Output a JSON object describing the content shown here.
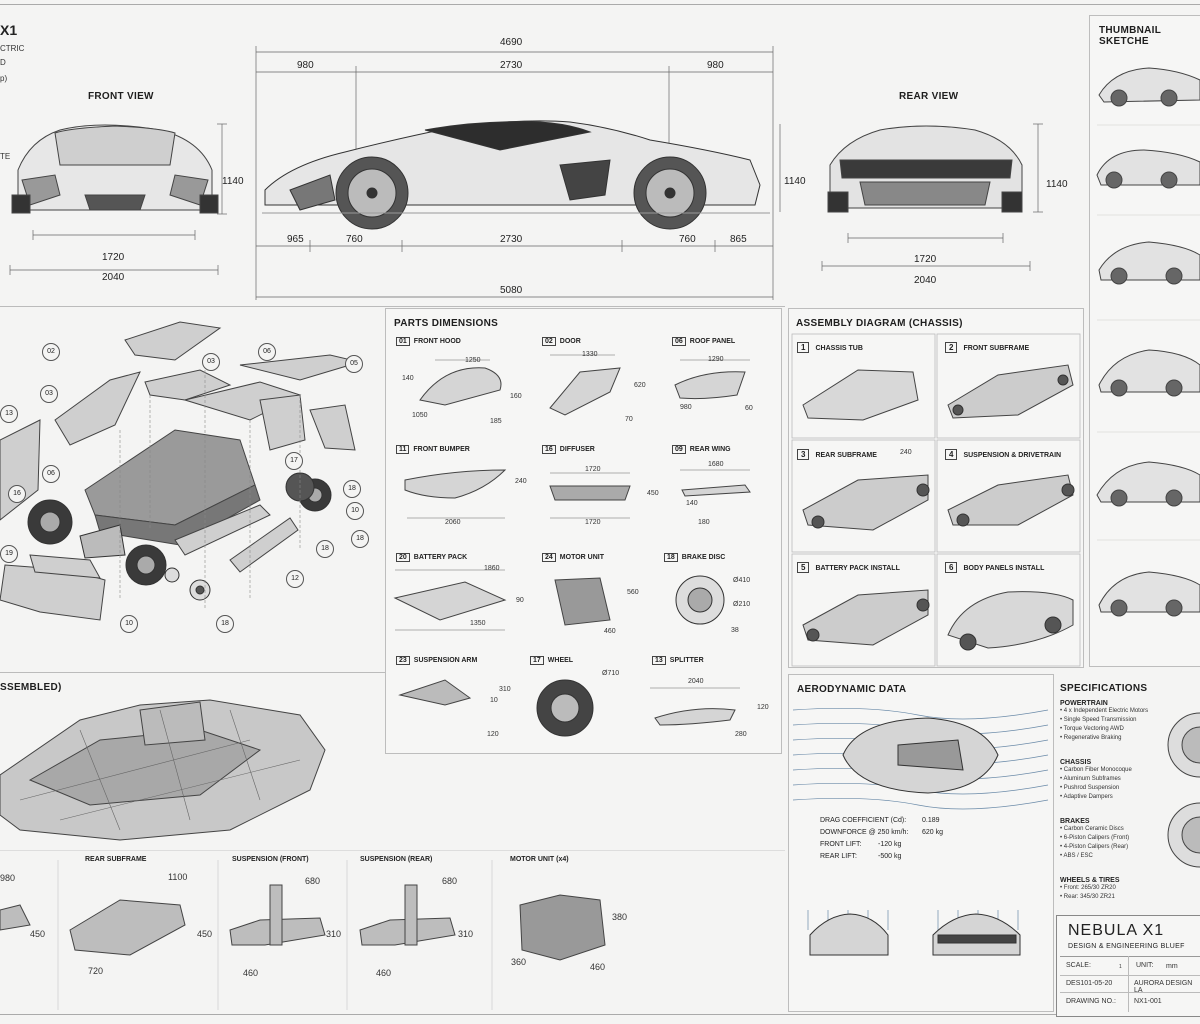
{
  "header": {
    "title_fragment": "X1",
    "line2": "CTRIC",
    "line3": "D",
    "line4": "p)",
    "side_label": "TE"
  },
  "views": {
    "front": {
      "title": "FRONT VIEW",
      "height": "1140",
      "track": "1720",
      "width": "2040"
    },
    "side": {
      "top_total": "4690",
      "top_left": "980",
      "top_mid": "2730",
      "top_right": "980",
      "height": "1140",
      "bottom": [
        "965",
        "760",
        "2730",
        "760",
        "865"
      ],
      "bottom_total": "5080"
    },
    "rear": {
      "title": "REAR VIEW",
      "height": "1140",
      "track": "1720",
      "width": "2040"
    }
  },
  "thumbnails": {
    "title": "THUMBNAIL SKETCHE"
  },
  "exploded": {
    "callouts": [
      "02",
      "03",
      "06",
      "05",
      "03",
      "13",
      "06",
      "16",
      "17",
      "18",
      "10",
      "18",
      "18",
      "19",
      "12",
      "10",
      "18"
    ]
  },
  "parts": {
    "title": "PARTS DIMENSIONS",
    "items": [
      {
        "num": "01",
        "name": "FRONT HOOD",
        "dims": [
          "1250",
          "140",
          "160",
          "1050",
          "185"
        ]
      },
      {
        "num": "02",
        "name": "DOOR",
        "dims": [
          "1330",
          "620",
          "70"
        ]
      },
      {
        "num": "06",
        "name": "ROOF PANEL",
        "dims": [
          "1290",
          "980",
          "60"
        ]
      },
      {
        "num": "11",
        "name": "FRONT BUMPER",
        "dims": [
          "240",
          "2060"
        ]
      },
      {
        "num": "16",
        "name": "DIFFUSER",
        "dims": [
          "1720",
          "450",
          "1720"
        ]
      },
      {
        "num": "09",
        "name": "REAR WING",
        "dims": [
          "1680",
          "140",
          "180"
        ]
      },
      {
        "num": "20",
        "name": "BATTERY PACK",
        "dims": [
          "1860",
          "1350",
          "90"
        ]
      },
      {
        "num": "24",
        "name": "MOTOR UNIT",
        "dims": [
          "560",
          "460"
        ]
      },
      {
        "num": "18",
        "name": "BRAKE DISC",
        "dims": [
          "Ø410",
          "Ø210",
          "38"
        ]
      },
      {
        "num": "23",
        "name": "SUSPENSION ARM",
        "dims": [
          "310",
          "10",
          "120"
        ]
      },
      {
        "num": "17",
        "name": "WHEEL",
        "dims": [
          "Ø710"
        ]
      },
      {
        "num": "13",
        "name": "SPLITTER",
        "dims": [
          "2040",
          "120",
          "280"
        ]
      }
    ]
  },
  "assembly": {
    "title": "ASSEMBLY DIAGRAM (CHASSIS)",
    "steps": [
      {
        "num": "1",
        "name": "CHASSIS TUB"
      },
      {
        "num": "2",
        "name": "FRONT SUBFRAME"
      },
      {
        "num": "3",
        "name": "REAR SUBFRAME",
        "extra": "240"
      },
      {
        "num": "4",
        "name": "SUSPENSION & DRIVETRAIN"
      },
      {
        "num": "5",
        "name": "BATTERY PACK INSTALL"
      },
      {
        "num": "6",
        "name": "BODY PANELS INSTALL"
      }
    ]
  },
  "chassis": {
    "title": "SSEMBLED)",
    "sub": [
      {
        "name": "",
        "dims": [
          "980",
          "450"
        ]
      },
      {
        "name": "REAR SUBFRAME",
        "dims": [
          "1100",
          "450",
          "720"
        ]
      },
      {
        "name": "SUSPENSION (FRONT)",
        "dims": [
          "680",
          "310",
          "460"
        ]
      },
      {
        "name": "SUSPENSION (REAR)",
        "dims": [
          "680",
          "310",
          "460"
        ]
      },
      {
        "name": "MOTOR UNIT (x4)",
        "dims": [
          "380",
          "360",
          "460"
        ]
      }
    ]
  },
  "aero": {
    "title": "AERODYNAMIC DATA",
    "rows": [
      {
        "label": "DRAG COEFFICIENT (Cd):",
        "value": "0.189"
      },
      {
        "label": "DOWNFORCE @ 250 km/h:",
        "value": "620 kg"
      },
      {
        "label": "FRONT LIFT:",
        "value": "-120 kg"
      },
      {
        "label": "REAR LIFT:",
        "value": "-500 kg"
      }
    ]
  },
  "specs": {
    "title": "SPECIFICATIONS",
    "groups": [
      {
        "name": "POWERTRAIN",
        "items": [
          "4 x Independent Electric Motors",
          "Single Speed Transmission",
          "Torque Vectoring AWD",
          "Regenerative Braking"
        ]
      },
      {
        "name": "CHASSIS",
        "items": [
          "Carbon Fiber Monocoque",
          "Aluminum Subframes",
          "Pushrod Suspension",
          "Adaptive Dampers"
        ]
      },
      {
        "name": "BRAKES",
        "items": [
          "Carbon Ceramic Discs",
          "6-Piston Calipers (Front)",
          "4-Piston Calipers (Rear)",
          "ABS / ESC"
        ]
      },
      {
        "name": "WHEELS & TIRES",
        "items": [
          "Front: 265/30 ZR20",
          "Rear: 345/30 ZR21"
        ]
      }
    ]
  },
  "titleblock": {
    "name": "NEBULA X1",
    "subtitle": "DESIGN & ENGINEERING BLUEF",
    "scale_label": "SCALE:",
    "scale_value": "1",
    "unit_label": "UNIT:",
    "unit_value": "mm",
    "date": "DES101-05-20",
    "company": "AURORA DESIGN LA",
    "drawing_label": "DRAWING NO.:",
    "drawing_value": "NX1-001"
  }
}
